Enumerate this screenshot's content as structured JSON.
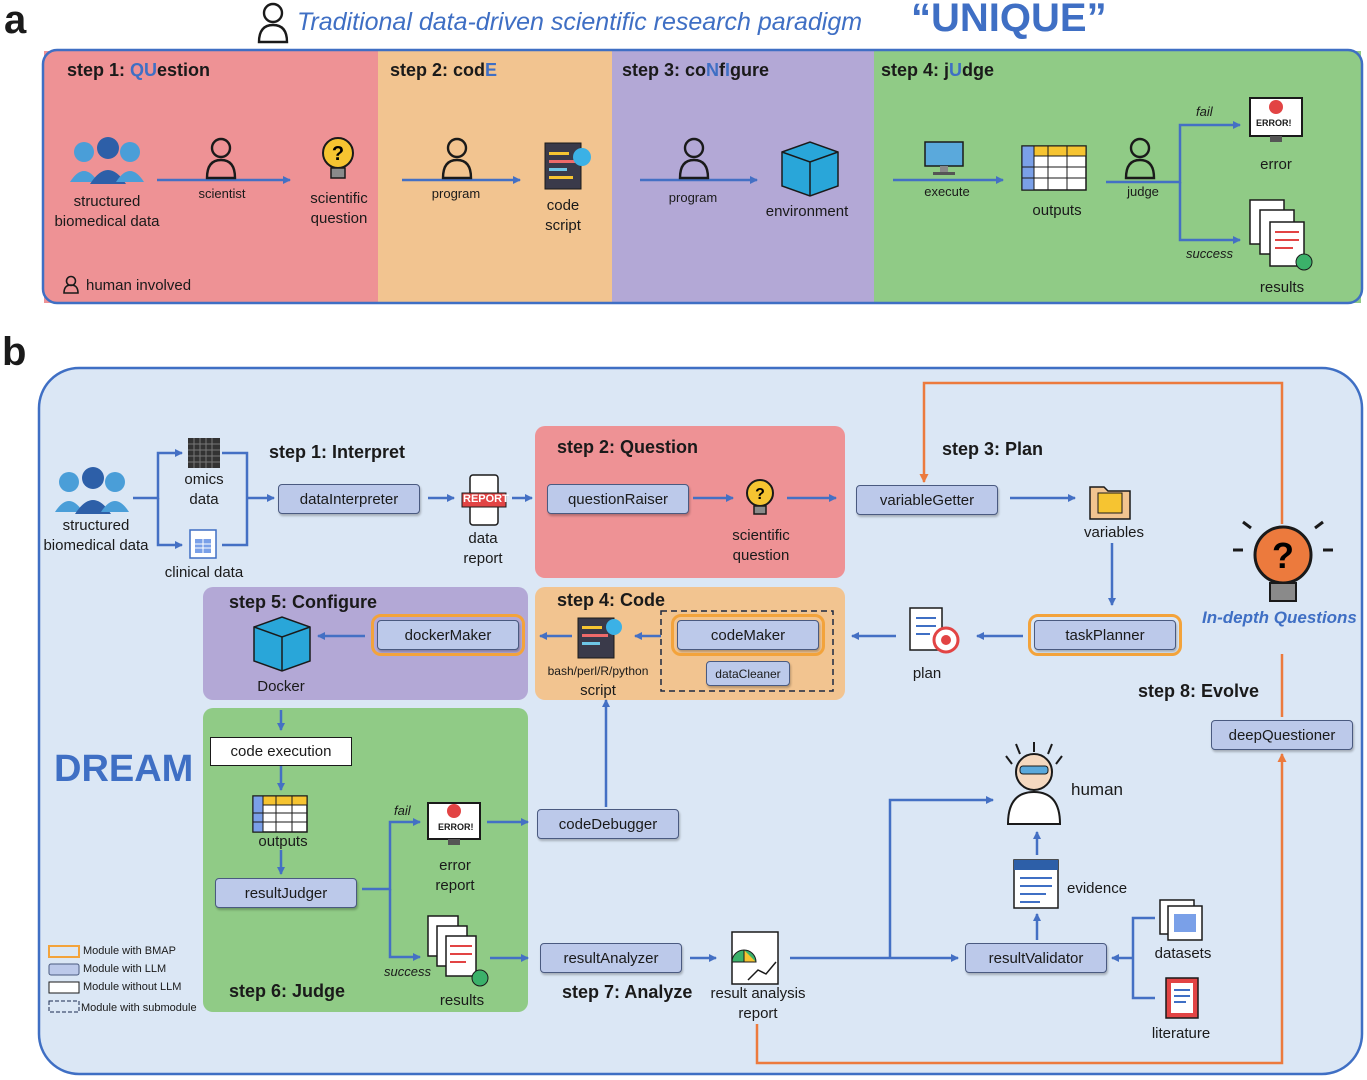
{
  "panel_a": {
    "letter": "a",
    "title": "Traditional data-driven scientific research paradigm",
    "acronym": "“UNIQUE”",
    "steps": [
      {
        "prefix": "step 1: ",
        "hl": "QU",
        "rest": "estion"
      },
      {
        "prefix": "step 2: cod",
        "hl": "E",
        "rest": ""
      },
      {
        "prefix": "step 3: co",
        "hl": "N",
        "mid": "f",
        "hl2": "I",
        "rest": "gure"
      },
      {
        "prefix": "step 4: j",
        "hl": "U",
        "rest": "dge"
      }
    ],
    "labels": {
      "structured_data": "structured",
      "structured_data2": "biomedical data",
      "scientist": "scientist",
      "scientific": "scientific",
      "question": "question",
      "program1": "program",
      "code": "code",
      "script": "script",
      "program2": "program",
      "environment": "environment",
      "execute": "execute",
      "outputs": "outputs",
      "judge": "judge",
      "fail": "fail",
      "success": "success",
      "error": "error",
      "results": "results",
      "human_involved": "human involved"
    }
  },
  "panel_b": {
    "letter": "b",
    "dream": "DREAM",
    "steps": {
      "s1": "step 1: Interpret",
      "s2": "step 2: Question",
      "s3": "step 3: Plan",
      "s4": "step 4: Code",
      "s5": "step 5: Configure",
      "s6": "step 6: Judge",
      "s7": "step 7: Analyze",
      "s8": "step 8: Evolve"
    },
    "modules": {
      "dataInterpreter": "dataInterpreter",
      "questionRaiser": "questionRaiser",
      "variableGetter": "variableGetter",
      "taskPlanner": "taskPlanner",
      "codeMaker": "codeMaker",
      "dataCleaner": "dataCleaner",
      "dockerMaker": "dockerMaker",
      "codeExecution": "code execution",
      "resultJudger": "resultJudger",
      "codeDebugger": "codeDebugger",
      "resultAnalyzer": "resultAnalyzer",
      "resultValidator": "resultValidator",
      "deepQuestioner": "deepQuestioner"
    },
    "labels": {
      "structured": "structured",
      "biomedical": "biomedical data",
      "omics": "omics",
      "omics_data": "data",
      "clinical": "clinical data",
      "report_icon": "REPORT",
      "data": "data",
      "report": "report",
      "scientific": "scientific",
      "question": "question",
      "variables": "variables",
      "plan": "plan",
      "bash": "bash/perl/R/python",
      "script": "script",
      "docker": "Docker",
      "outputs": "outputs",
      "fail": "fail",
      "success": "success",
      "error": "error",
      "error_report": "report",
      "results": "results",
      "result_analysis": "result analysis",
      "result_report": "report",
      "human": "human",
      "evidence": "evidence",
      "datasets": "datasets",
      "literature": "literature",
      "in_depth": "In-depth Questions",
      "error_icon": "ERROR!"
    },
    "legend": [
      "Module with BMAP",
      "Module with LLM",
      "Module without LLM",
      "Module with submodule"
    ]
  }
}
